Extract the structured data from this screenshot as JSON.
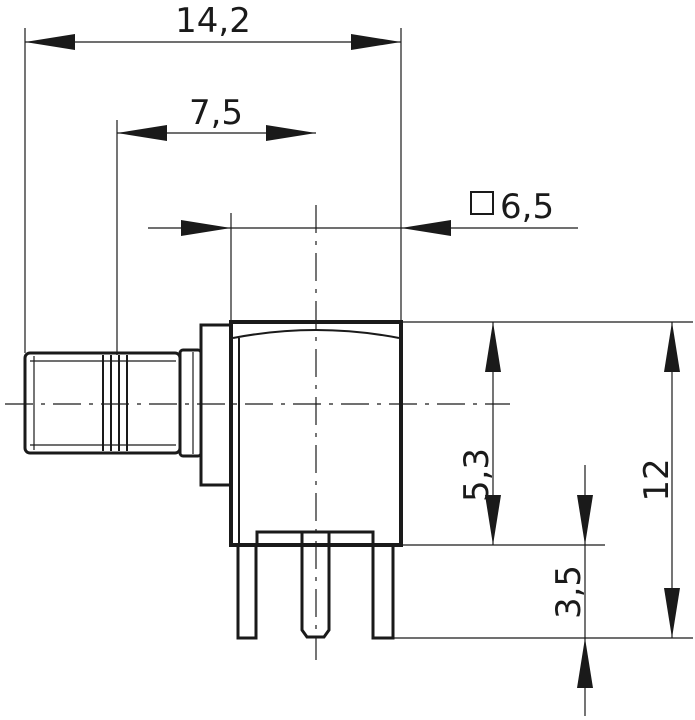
{
  "dimensions": {
    "overall_width": "14,2",
    "offset_width": "7,5",
    "square_size": "6,5",
    "height_upper": "5,3",
    "height_pins": "3,5",
    "overall_height": "12"
  },
  "colors": {
    "line": "#1a1a1a",
    "background": "#ffffff"
  }
}
